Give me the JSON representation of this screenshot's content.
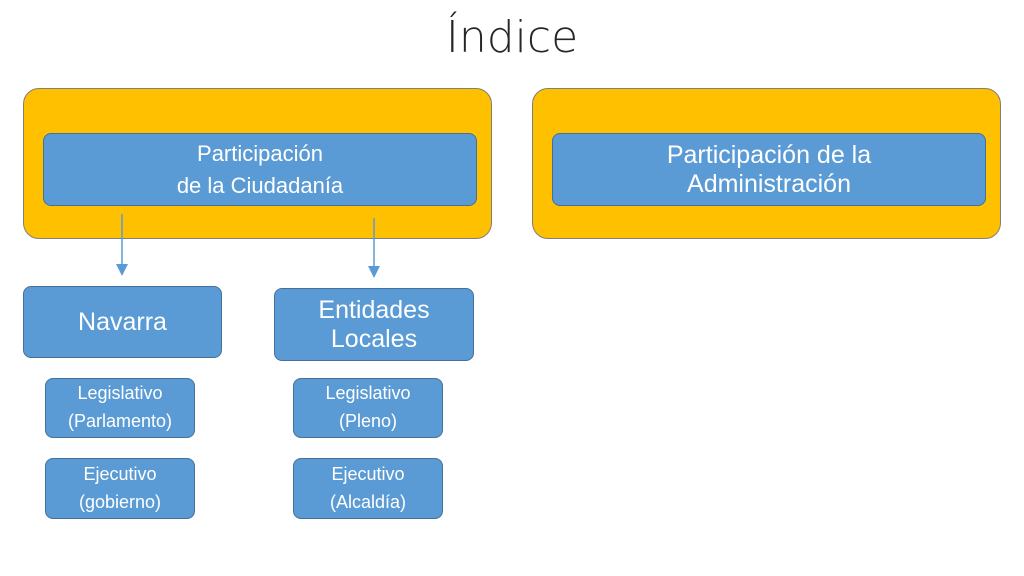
{
  "title": "Índice",
  "groups": [
    {
      "lines": [
        "Participación",
        "de la Ciudadanía"
      ]
    },
    {
      "lines": [
        "Participación de la",
        "Administración"
      ]
    }
  ],
  "columns": [
    {
      "header": [
        "Navarra"
      ],
      "items": [
        {
          "lines": [
            "Legislativo",
            "(Parlamento)"
          ]
        },
        {
          "lines": [
            "Ejecutivo",
            "(gobierno)"
          ]
        }
      ]
    },
    {
      "header": [
        "Entidades",
        "Locales"
      ],
      "items": [
        {
          "lines": [
            "Legislativo",
            "(Pleno)"
          ]
        },
        {
          "lines": [
            "Ejecutivo",
            "(Alcaldía)"
          ]
        }
      ]
    }
  ],
  "colors": {
    "group_fill": "#ffc000",
    "box_fill": "#5b9bd5",
    "arrow": "#5b9bd5"
  }
}
